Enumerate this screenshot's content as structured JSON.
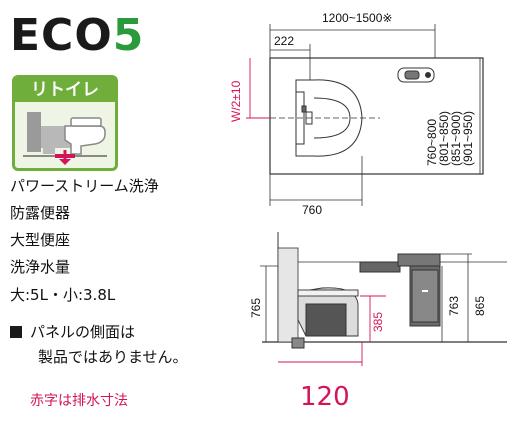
{
  "logo": {
    "text": "ECO",
    "number": "5",
    "colors": {
      "text": "#1a1a1a",
      "number": "#2a9a3a"
    }
  },
  "badge": {
    "label": "リトイレ",
    "color": "#6fae3a",
    "icon": "toilet-retrofit-icon"
  },
  "features": [
    "パワーストリーム洗浄",
    "防露便器",
    "大型便座",
    "洗浄水量",
    "大:5L・小:3.8L"
  ],
  "note": {
    "line1": "パネルの側面は",
    "line2": "製品ではありません。"
  },
  "red_label": "赤字は排水寸法",
  "red_value": "120",
  "accent_red": "#d4145a",
  "plan": {
    "width_range": "1200~1500※",
    "offset": "222",
    "side_dim": "W/2±10",
    "depth_lines": [
      "760~800",
      "(801~850)",
      "(851~900)",
      "(901~950)"
    ],
    "bottom_dim": "760"
  },
  "elevation": {
    "left_height": "765",
    "drain_height": "385",
    "cabinet_height": "763",
    "total_height": "865"
  }
}
